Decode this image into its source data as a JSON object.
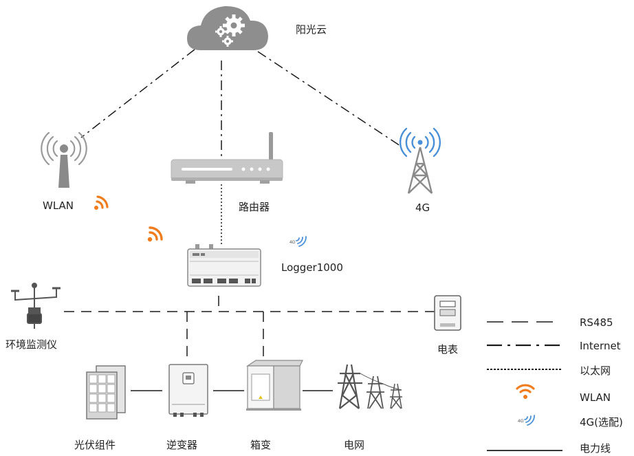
{
  "labels": {
    "cloud": "阳光云",
    "wlan_antenna": "WLAN",
    "router": "路由器",
    "tower_4g": "4G",
    "logger": "Logger1000",
    "weather_station": "环境监测仪",
    "meter": "电表",
    "pv_modules": "光伏组件",
    "inverter": "逆变器",
    "transformer": "箱变",
    "grid": "电网"
  },
  "icon_texts": {
    "badge_4g": "4G"
  },
  "legend": [
    {
      "name": "legend-rs485",
      "label": "RS485",
      "symbol": "dashed-line"
    },
    {
      "name": "legend-internet",
      "label": "Internet",
      "symbol": "dash-dot-line"
    },
    {
      "name": "legend-ethernet",
      "label": "以太网",
      "symbol": "dotted-line"
    },
    {
      "name": "legend-wlan",
      "label": "WLAN",
      "symbol": "wifi-icon"
    },
    {
      "name": "legend-4g",
      "label": "4G(选配)",
      "symbol": "signal-4g-icon"
    },
    {
      "name": "legend-power",
      "label": "电力线",
      "symbol": "solid-line"
    }
  ],
  "colors": {
    "cloud": "#8e8e8e",
    "wlan": "#f07c1e",
    "signal_4g": "#4a90d9",
    "line": "#1a1a1a",
    "device_gray": "#9a9a9a"
  }
}
